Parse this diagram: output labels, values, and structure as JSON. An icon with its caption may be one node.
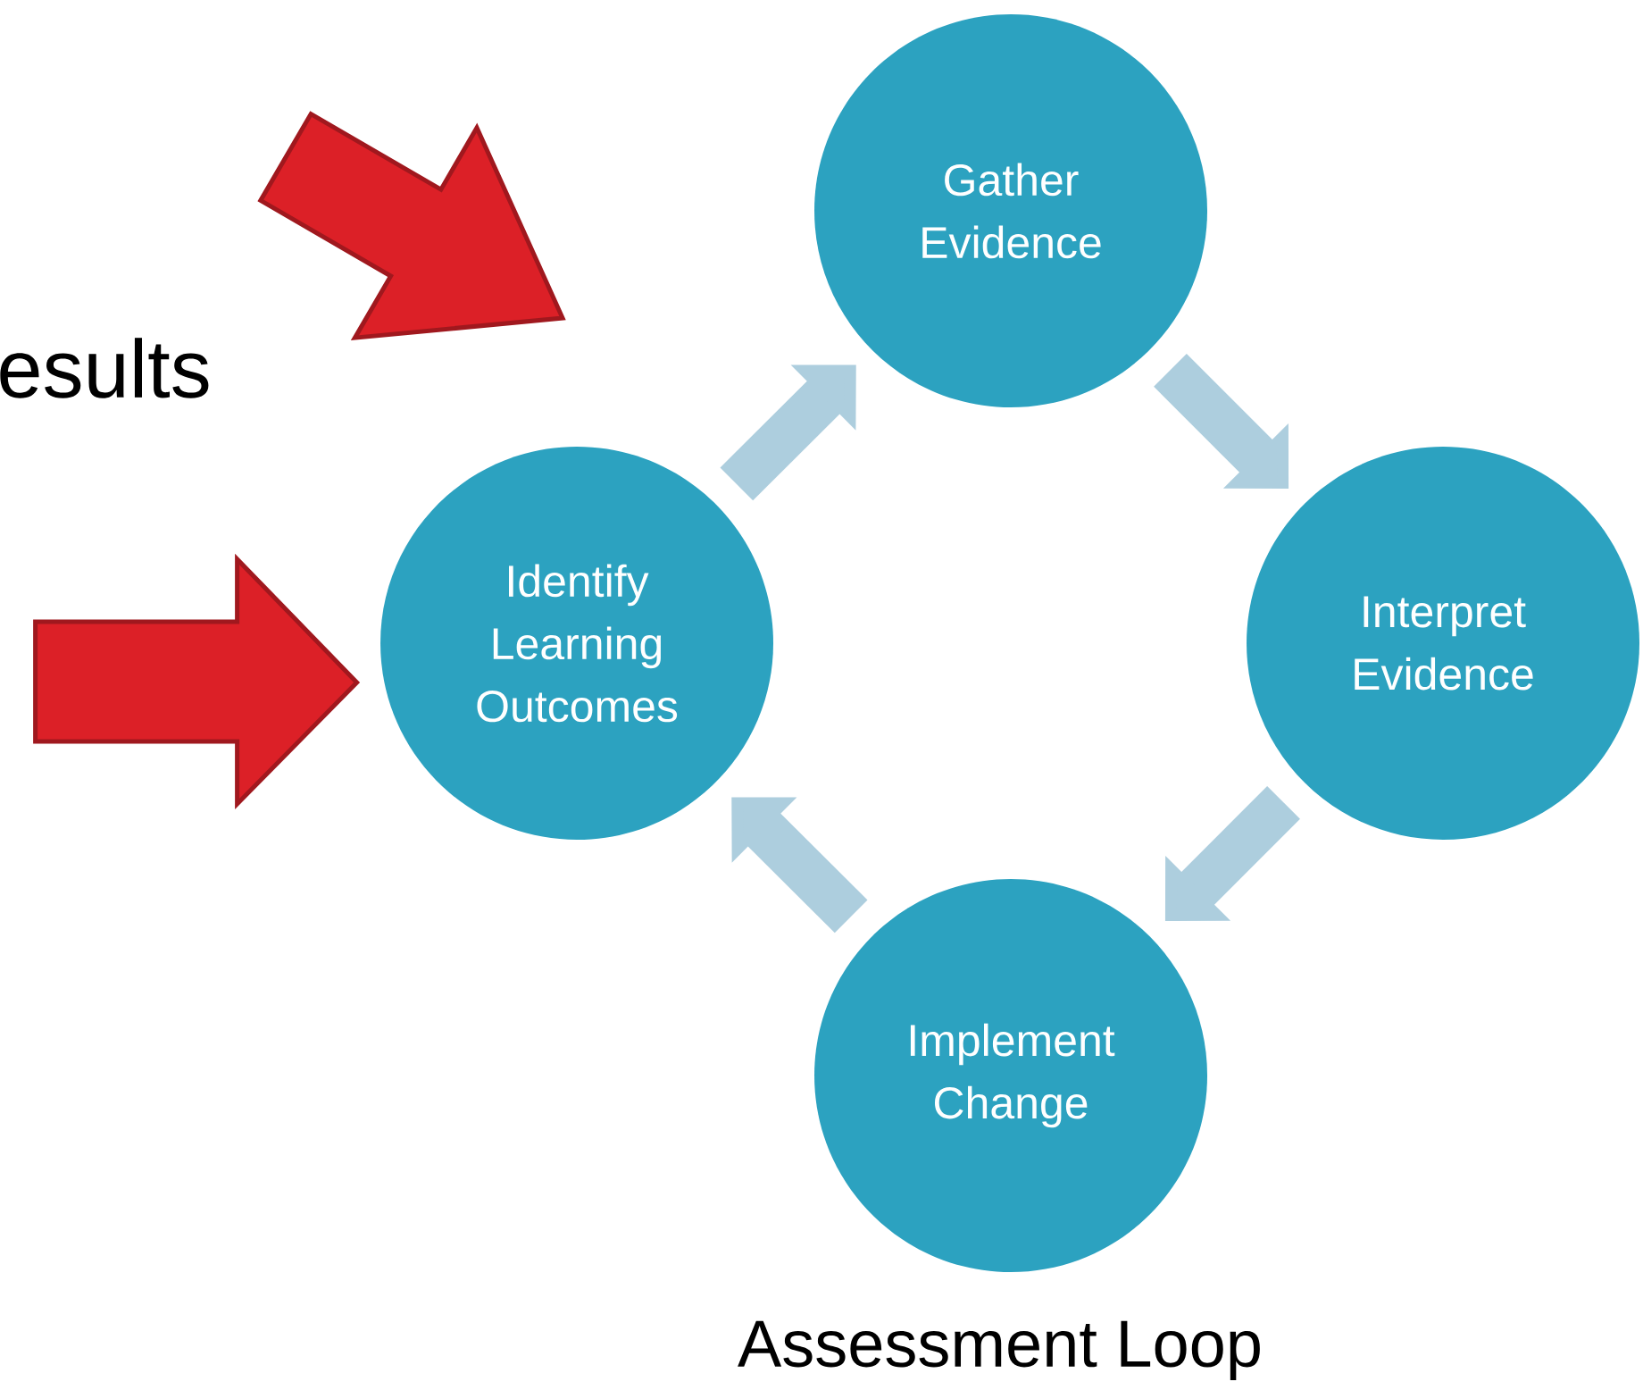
{
  "diagram": {
    "caption": "Assessment Loop",
    "nodes": [
      {
        "text": [
          "Gather Evidence"
        ]
      },
      {
        "text": [
          "Interpret Evidence"
        ]
      },
      {
        "text": [
          "Implement Change"
        ]
      },
      {
        "text": [
          "Identify Learning Outcomes"
        ]
      }
    ],
    "edges": [
      {
        "from": 3,
        "to": 0,
        "arrow": "to"
      },
      {
        "from": 0,
        "to": 1,
        "arrow": "to"
      },
      {
        "from": 1,
        "to": 2,
        "arrow": "to"
      },
      {
        "from": 2,
        "to": 3,
        "arrow": "to"
      },
      {
        "from": null,
        "to": 3,
        "arrow": "to",
        "style": "thick",
        "color": "#dc2027"
      }
    ],
    "labels": [
      "esults"
    ]
  }
}
